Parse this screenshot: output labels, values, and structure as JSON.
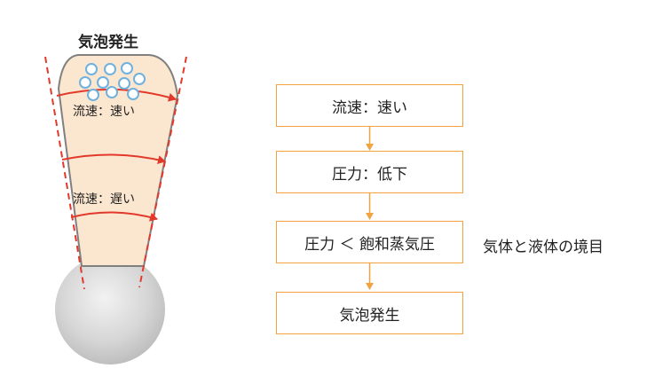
{
  "tube": {
    "title": "気泡発生",
    "label_fast": "流速：速い",
    "label_slow": "流速：遅い"
  },
  "flow": {
    "steps": [
      "流速：速い",
      "圧力：低下",
      "圧力 ＜ 飽和蒸気圧",
      "気泡発生"
    ],
    "side_note": "気体と液体の境目"
  },
  "colors": {
    "tube_fill": "#fbe6cf",
    "tube_stroke": "#808080",
    "arrow_red": "#e2392b",
    "flow_border": "#f1a341",
    "bubble_stroke": "#6fb1df",
    "ball_gray": "#cfcfcf"
  }
}
